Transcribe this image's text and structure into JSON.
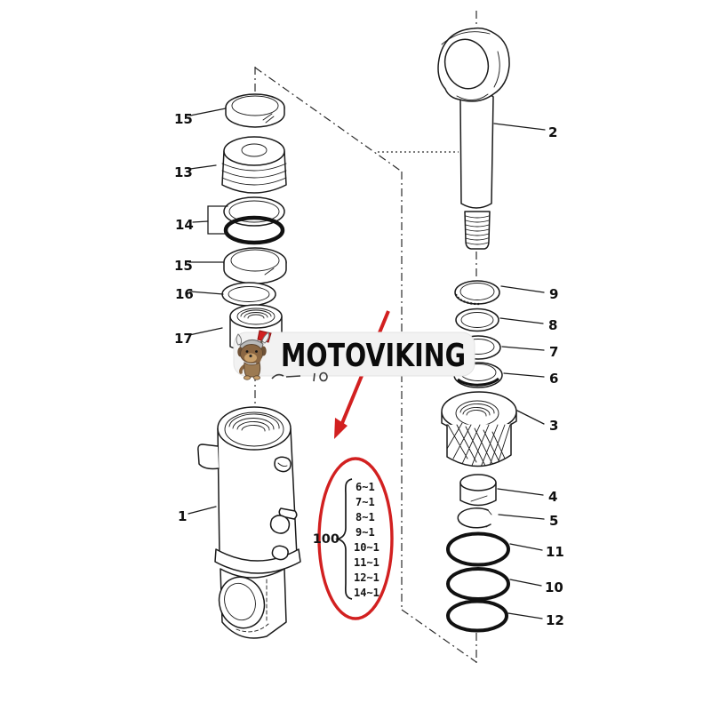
{
  "watermark": {
    "brand": "MOTOVIKING"
  },
  "callouts": {
    "left": [
      "15",
      "13",
      "14",
      "15",
      "16",
      "17",
      "1"
    ],
    "right": [
      "2",
      "9",
      "8",
      "7",
      "6",
      "3",
      "4",
      "5",
      "11",
      "10",
      "12"
    ]
  },
  "kit": {
    "quantity_label": "100",
    "items": [
      "6~1",
      "7~1",
      "8~1",
      "9~1",
      "10~1",
      "11~1",
      "12~1",
      "14~1"
    ]
  },
  "colors": {
    "highlight_red": "#d22020",
    "line": "#1a1a1a",
    "watermark_bg": "#f2f2f2"
  }
}
